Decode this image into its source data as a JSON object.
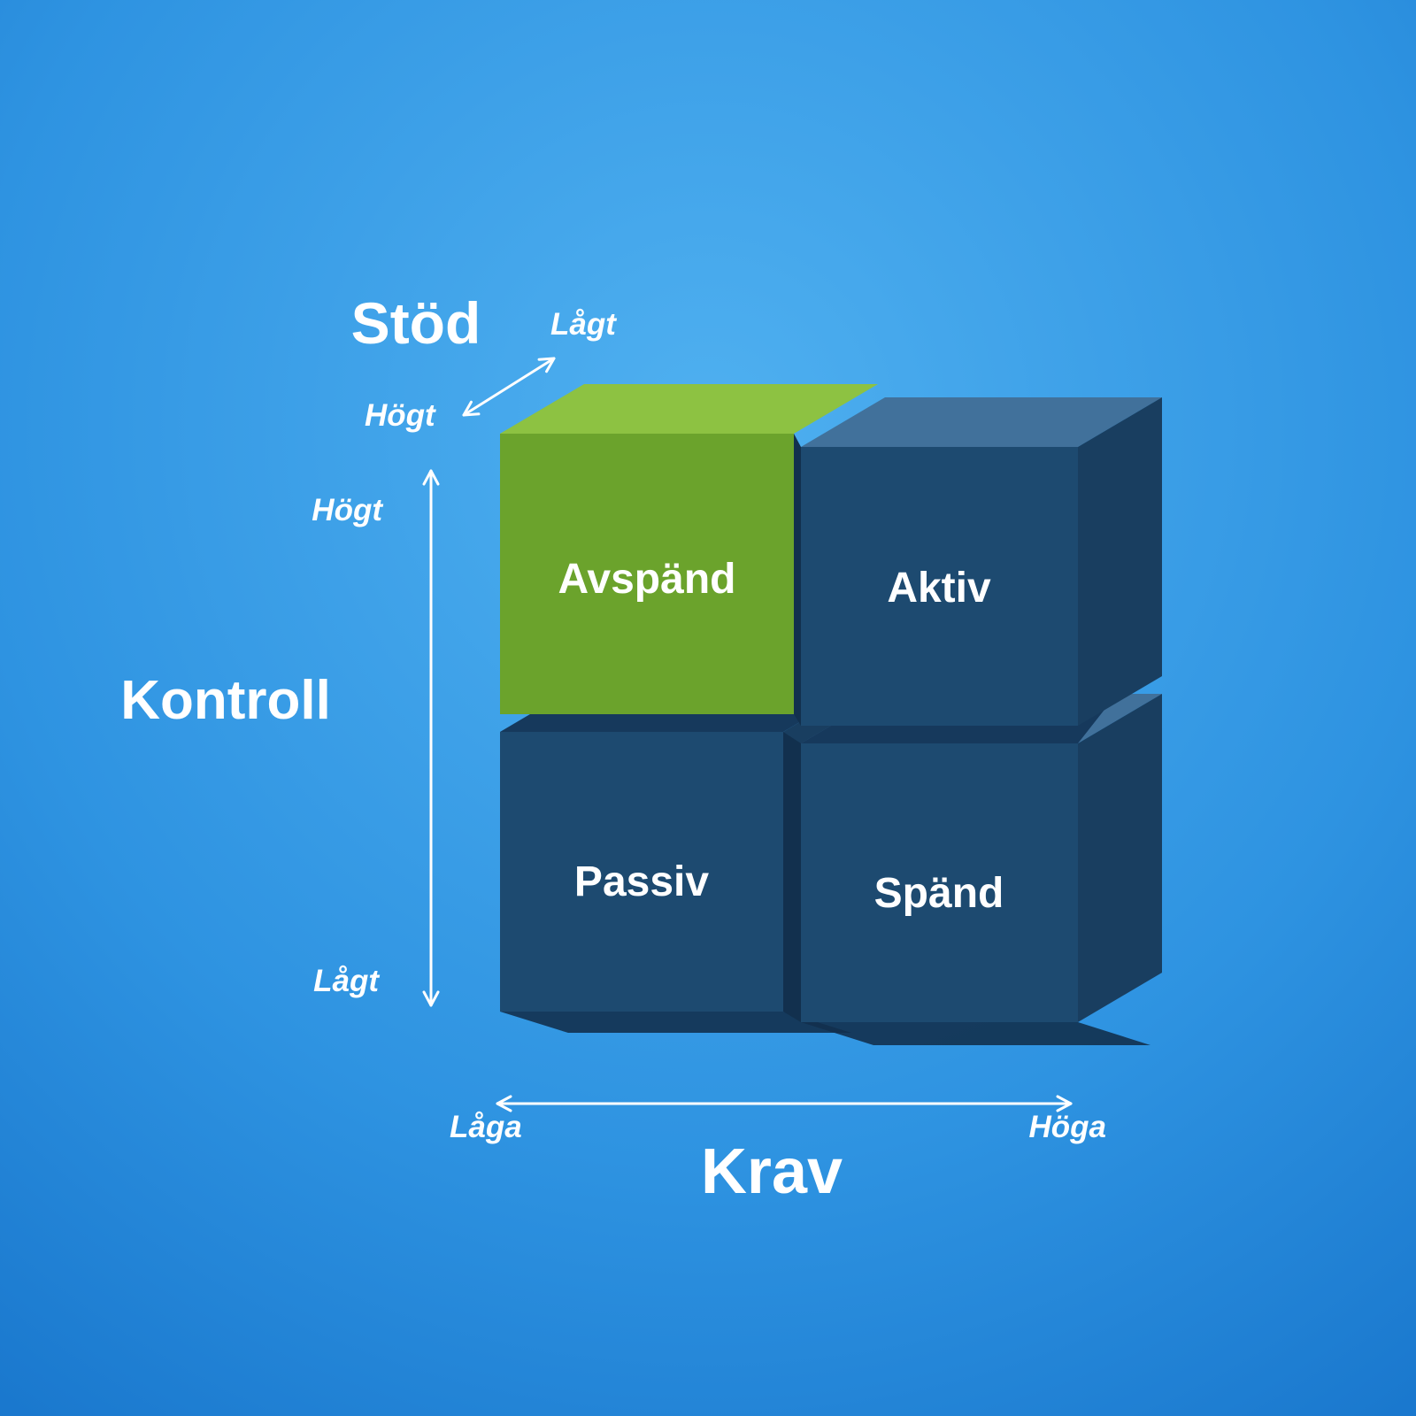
{
  "quadrants": [
    {
      "id": "avspand",
      "label": "Avspänd"
    },
    {
      "id": "aktiv",
      "label": "Aktiv"
    },
    {
      "id": "passiv",
      "label": "Passiv"
    },
    {
      "id": "spand",
      "label": "Spänd"
    }
  ],
  "axes": {
    "support": {
      "title": "Stöd",
      "low": "Lågt",
      "high": "Högt"
    },
    "control": {
      "title": "Kontroll",
      "low": "Lågt",
      "high": "Högt"
    },
    "demands": {
      "title": "Krav",
      "low": "Låga",
      "high": "Höga"
    }
  },
  "colors": {
    "bg_center": "#4fb0f0",
    "bg_mid": "#2e93e1",
    "bg_edge": "#1470c8",
    "green_front": "#6ba32c",
    "green_top": "#8dc242",
    "navy_front": "#1d4a70",
    "navy_top": "#41719b",
    "navy_right": "#193e60",
    "shadow": "#16395c",
    "gap": "#12304e",
    "text": "#ffffff"
  }
}
